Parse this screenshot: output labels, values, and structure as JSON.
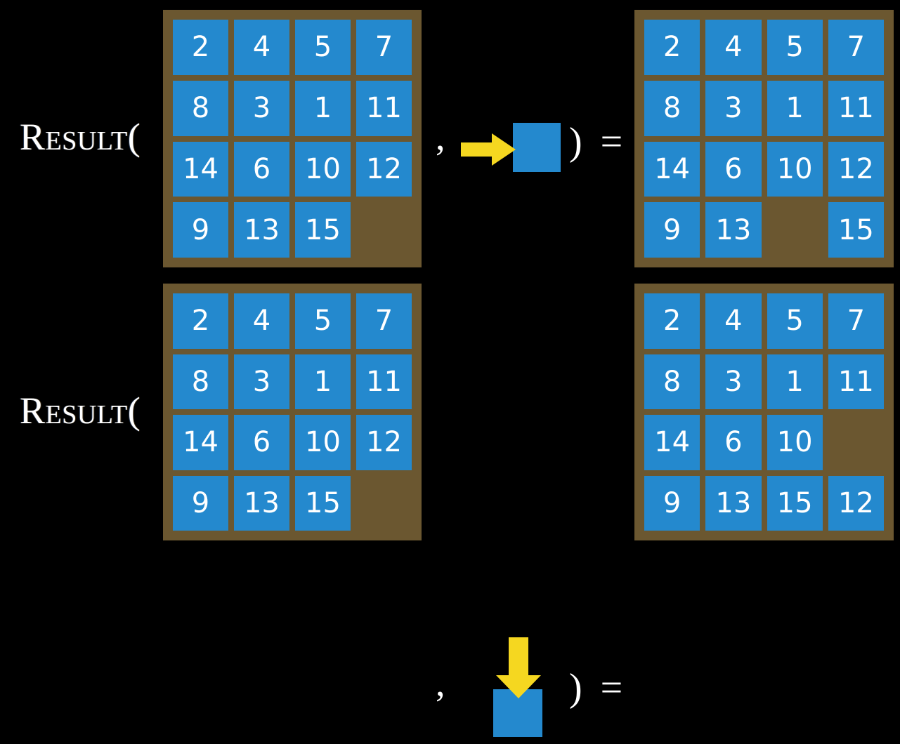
{
  "colors": {
    "background": "#000000",
    "tile": "#2489ce",
    "board_frame": "#6b5730",
    "arrow": "#f5d720",
    "text": "#ffffff"
  },
  "rows": [
    {
      "id": "row-1",
      "label": "Result(",
      "comma": ",",
      "paren_equals": ") =",
      "move": {
        "direction": "right",
        "arrow_icon": "arrow-right-icon",
        "square_label": ""
      },
      "input_board": {
        "name": "input-board-row-1",
        "columns": 4,
        "rows": 4,
        "tiles": [
          "2",
          "4",
          "5",
          "7",
          "8",
          "3",
          "1",
          "11",
          "14",
          "6",
          "10",
          "12",
          "9",
          "13",
          "15",
          ""
        ]
      },
      "output_board": {
        "name": "output-board-row-1",
        "columns": 4,
        "rows": 4,
        "tiles": [
          "2",
          "4",
          "5",
          "7",
          "8",
          "3",
          "1",
          "11",
          "14",
          "6",
          "10",
          "12",
          "9",
          "13",
          "",
          "15"
        ]
      }
    },
    {
      "id": "row-2",
      "label": "Result(",
      "comma": ",",
      "paren_equals": ") =",
      "move": {
        "direction": "down",
        "arrow_icon": "arrow-down-icon",
        "square_label": ""
      },
      "input_board": {
        "name": "input-board-row-2",
        "columns": 4,
        "rows": 4,
        "tiles": [
          "2",
          "4",
          "5",
          "7",
          "8",
          "3",
          "1",
          "11",
          "14",
          "6",
          "10",
          "12",
          "9",
          "13",
          "15",
          ""
        ]
      },
      "output_board": {
        "name": "output-board-row-2",
        "columns": 4,
        "rows": 4,
        "tiles": [
          "2",
          "4",
          "5",
          "7",
          "8",
          "3",
          "1",
          "11",
          "14",
          "6",
          "10",
          "",
          "9",
          "13",
          "15",
          "12"
        ]
      }
    }
  ]
}
